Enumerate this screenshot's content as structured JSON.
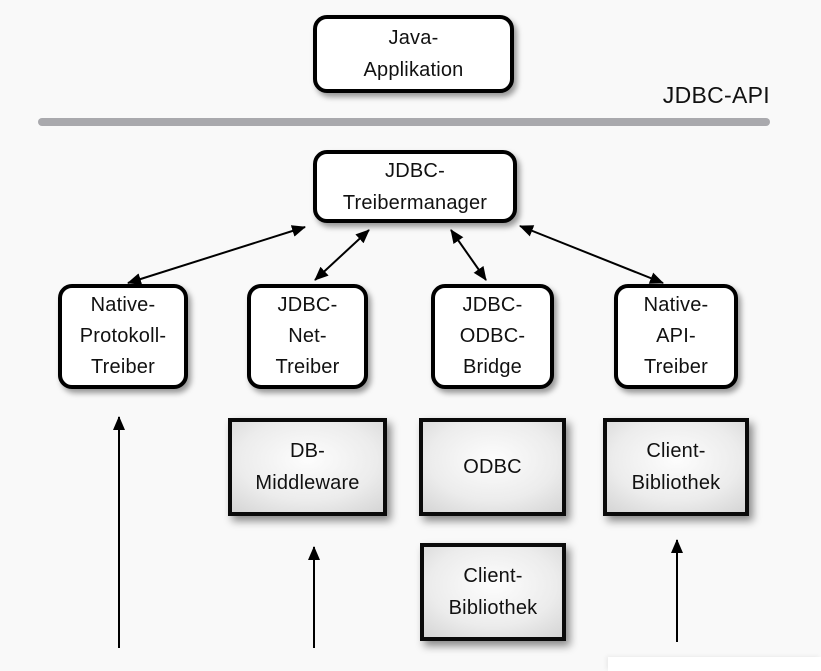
{
  "diagram": {
    "api_label": "JDBC-API",
    "nodes": {
      "java_app": "Java-\nApplikation",
      "treibermanager": "JDBC-\nTreibermanager",
      "native_protokoll": "Native-\nProtokoll-\nTreiber",
      "jdbc_net": "JDBC-\nNet-\nTreiber",
      "jdbc_odbc": "JDBC-\nODBC-\nBridge",
      "native_api": "Native-\nAPI-\nTreiber",
      "db_middleware": "DB-\nMiddleware",
      "odbc": "ODBC",
      "client_bibliothek_right": "Client-\nBibliothek",
      "client_bibliothek_bottom": "Client-\nBibliothek"
    },
    "colors": {
      "background": "#f9f9f9",
      "box_fill_white": "#ffffff",
      "box_border": "#000000",
      "gray_box_center": "#fdfdfd",
      "gray_box_edge": "#c7c7c7",
      "divider_line": "#a9a9ad",
      "text": "#111111",
      "arrow": "#000000"
    }
  }
}
